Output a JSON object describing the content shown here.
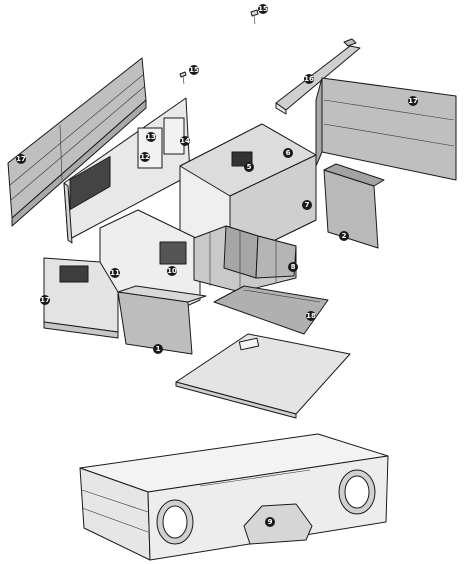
{
  "diagram": {
    "callouts": [
      "1",
      "2",
      "5",
      "6",
      "7",
      "8",
      "9",
      "10",
      "11",
      "12",
      "13",
      "14",
      "15",
      "16",
      "17",
      "18"
    ]
  }
}
